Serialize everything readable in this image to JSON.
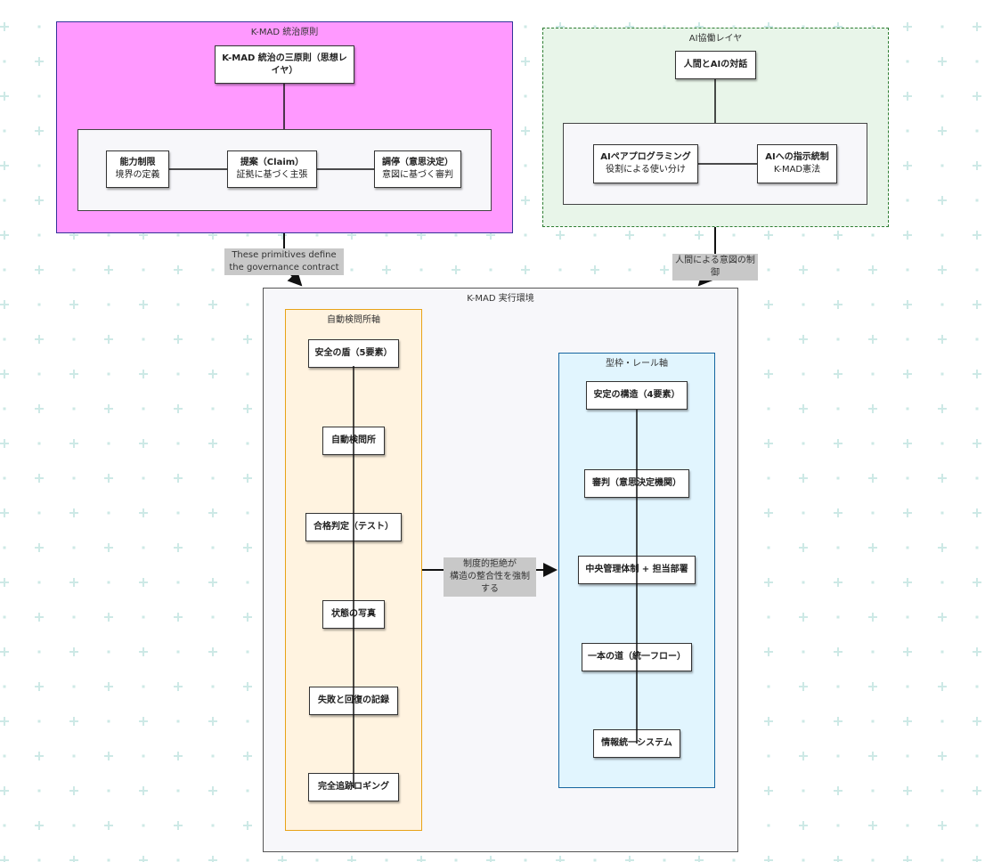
{
  "governance": {
    "title": "K-MAD 統治原則",
    "principles": "K-MAD 統治の三原則（思想レイヤ）",
    "capability": {
      "title": "能力制限",
      "sub": "境界の定義"
    },
    "claim": {
      "title": "提案（Claim）",
      "sub": "証拠に基づく主張"
    },
    "mediation": {
      "title": "調停（意思決定）",
      "sub": "意図に基づく審判"
    }
  },
  "ai_layer": {
    "title": "AI協働レイヤ",
    "dialogue": "人間とAIの対話",
    "pair": {
      "title": "AIペアプログラミング",
      "sub": "役割による使い分け"
    },
    "control": {
      "title": "AIへの指示統制",
      "sub": "K-MAD憲法"
    }
  },
  "edges": {
    "contract": "These primitives define the governance contract",
    "human_control": "人間による意図の制御",
    "rejection": "制度的拒絶が\n構造の整合性を強制する"
  },
  "runtime": {
    "title": "K-MAD 実行環境",
    "checkpoint_axis": {
      "title": "自動検問所軸",
      "items": [
        "安全の盾（5要素）",
        "自動検問所",
        "合格判定（テスト）",
        "状態の写真",
        "失敗と回復の記録",
        "完全追跡ロギング"
      ]
    },
    "rail_axis": {
      "title": "型枠・レール軸",
      "items": [
        "安定の構造（4要素）",
        "審判（意思決定機関）",
        "中央管理体制 + 担当部署",
        "一本の道（統一フロー）",
        "情報統一システム"
      ]
    }
  },
  "colors": {
    "governance_bg": "#ff99ff",
    "governance_border": "#333399",
    "ai_bg": "#e8f5e9",
    "ai_border": "#2e7d32",
    "runtime_bg": "#f7f7fa",
    "checkpoint_bg": "#fff3e0",
    "checkpoint_border": "#e8a317",
    "rail_bg": "#e1f5fe",
    "rail_border": "#1565a0",
    "grid_mark": "#cde9e6"
  }
}
